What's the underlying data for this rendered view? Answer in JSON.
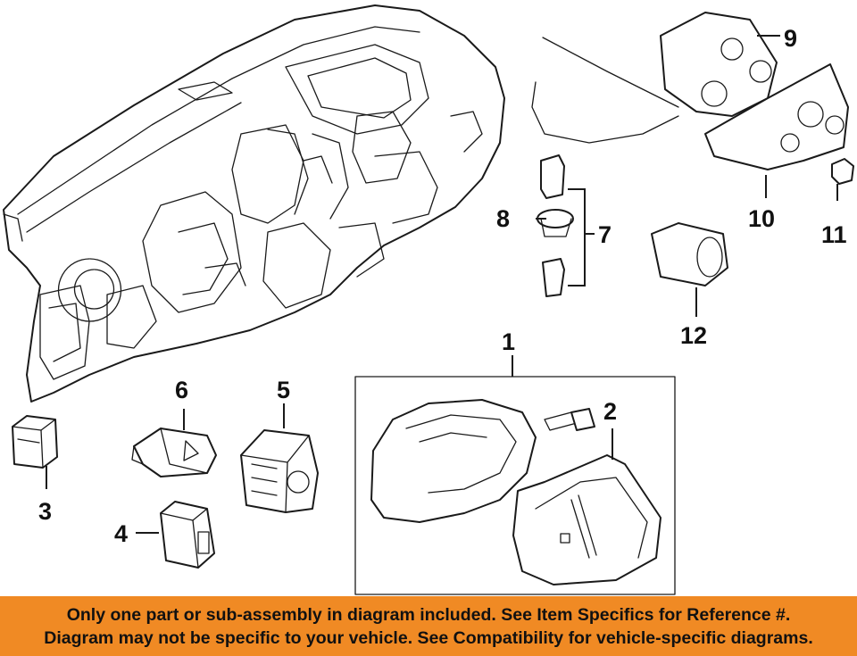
{
  "diagram": {
    "callouts": [
      {
        "id": "label-1",
        "text": "1"
      },
      {
        "id": "label-2",
        "text": "2"
      },
      {
        "id": "label-3",
        "text": "3"
      },
      {
        "id": "label-4",
        "text": "4"
      },
      {
        "id": "label-5",
        "text": "5"
      },
      {
        "id": "label-6",
        "text": "6"
      },
      {
        "id": "label-7",
        "text": "7"
      },
      {
        "id": "label-8",
        "text": "8"
      },
      {
        "id": "label-9",
        "text": "9"
      },
      {
        "id": "label-10",
        "text": "10"
      },
      {
        "id": "label-11",
        "text": "11"
      },
      {
        "id": "label-12",
        "text": "12"
      }
    ]
  },
  "banner": {
    "line1": "Only one part or sub-assembly in diagram included. See Item Specifics for Reference #.",
    "line2": "Diagram may not be specific to your vehicle. See Compatibility for vehicle-specific diagrams.",
    "background_color": "#f08a24"
  }
}
